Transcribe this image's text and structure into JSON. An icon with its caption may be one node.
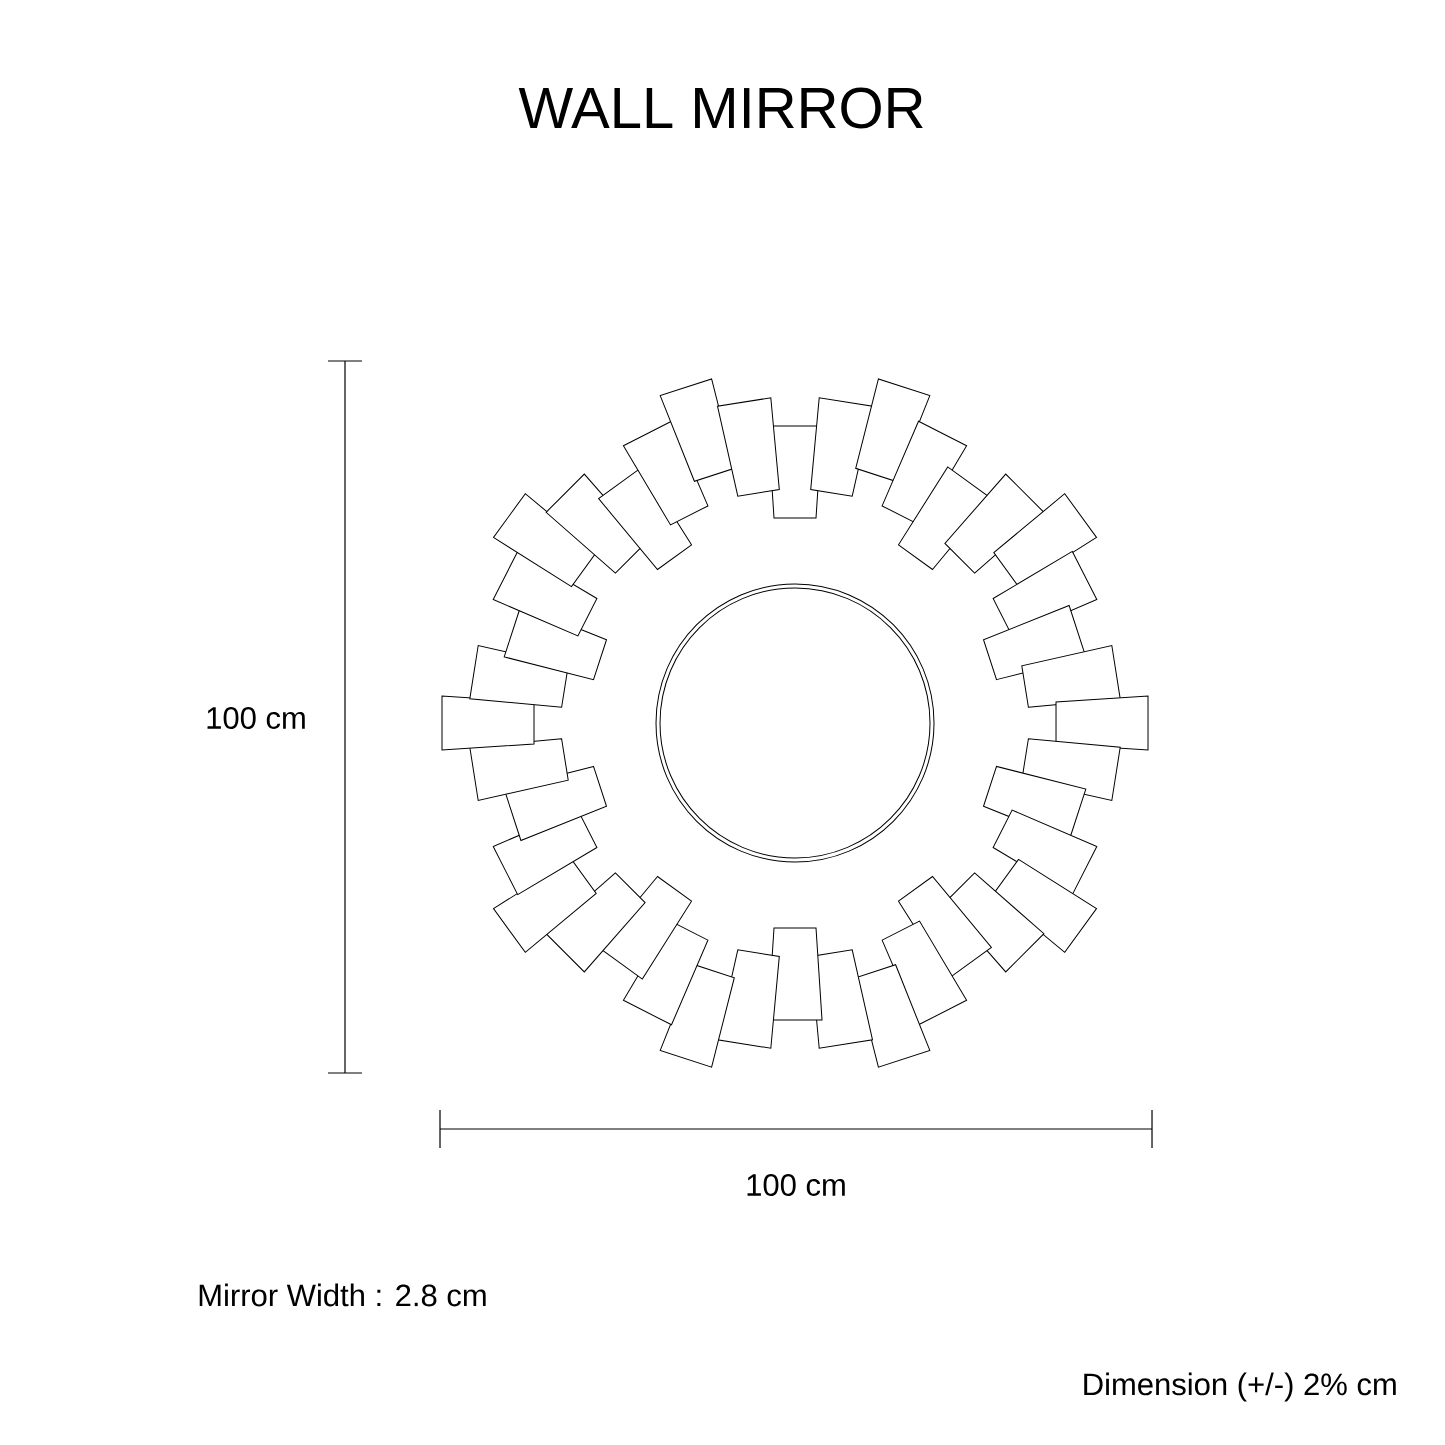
{
  "diagram": {
    "title": "WALL MIRROR",
    "labels": [
      "100 cm",
      "100 cm",
      "Mirror Width : 2.8 cm",
      "Dimension (+/-) 2% cm"
    ]
  }
}
